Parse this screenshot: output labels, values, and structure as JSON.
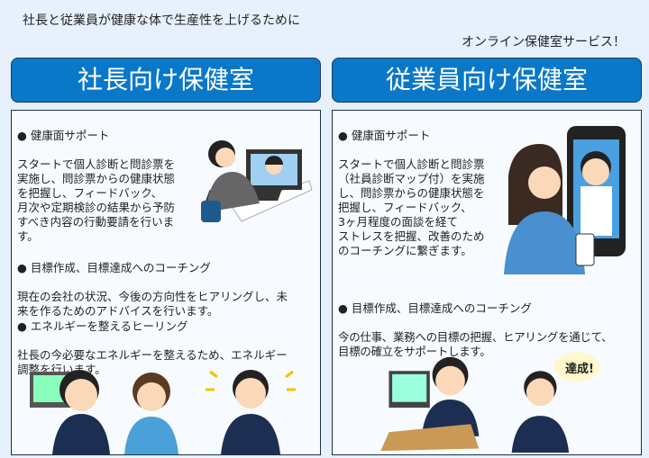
{
  "intro": "社長と従業員が健康な体で生産性を上げるために",
  "subtitle": "オンライン保健室サービス！",
  "left": {
    "title": "社長向け保健室",
    "sections": [
      {
        "heading": "●  健康面サポート",
        "body": "スタートで個人診断と問診票を\n実施し、問診票からの健康状態\nを把握し、フィードバック、\n月次や定期検診の結果から予防\nすべき内容の行動要請を行いま\nす。"
      },
      {
        "heading": "●  目標作成、目標達成へのコーチング",
        "body": "現在の会社の状況、今後の方向性をヒアリングし、未\n来を作るためのアドバイスを行います。"
      },
      {
        "heading": "●  エネルギーを整えるヒーリング",
        "body": "社長の今必要なエネルギーを整えるため、エネルギー\n調整を行います。"
      }
    ]
  },
  "right": {
    "title": "従業員向け保健室",
    "sections": [
      {
        "heading": "●  健康面サポート",
        "body": "スタートで個人診断と問診票\n（社員診断マップ付）を実施\nし、問診票からの健康状態を\n把握し、フィードバック、\n3ヶ月程度の面談を経て\nストレスを把握、改善のため\nのコーチングに繋ぎます。"
      },
      {
        "heading": "●  目標作成、目標達成へのコーチング",
        "body": "今の仕事、業務への目標の把握、ヒアリングを通じて、\n目標の確立をサポートします。"
      }
    ],
    "badge": "達成!"
  }
}
